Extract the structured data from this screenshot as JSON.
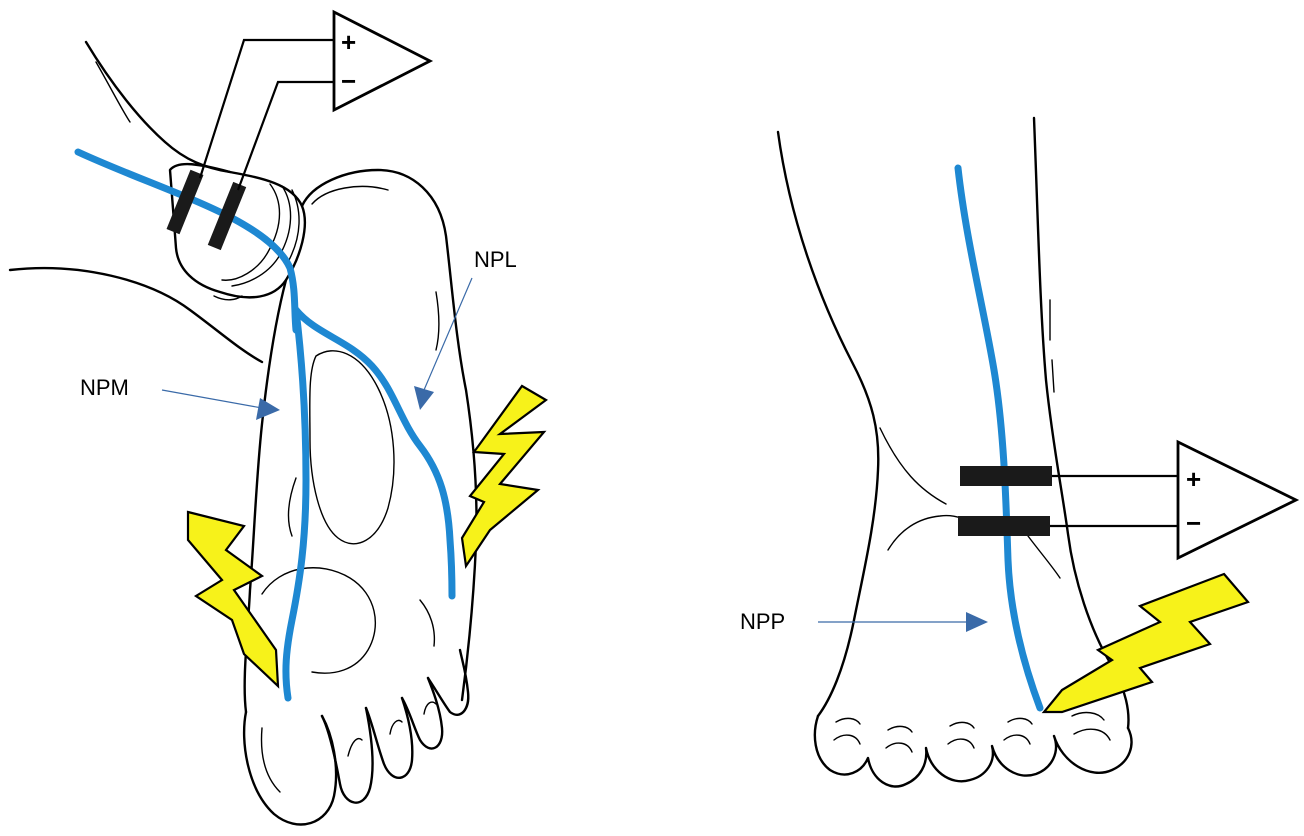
{
  "labels": {
    "npm": "NPM",
    "npl": "NPL",
    "npp": "NPP"
  },
  "amplifiers": {
    "plus": "+",
    "minus": "−"
  },
  "colors": {
    "nerve": "#1e88d2",
    "bolt": "#f7f21a",
    "arrow": "#3a6aa8",
    "outline": "#000000"
  }
}
